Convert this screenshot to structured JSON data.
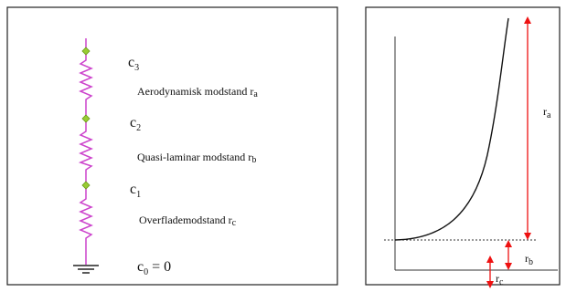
{
  "circuit": {
    "nodes": [
      {
        "letter": "c",
        "sub": "3"
      },
      {
        "letter": "c",
        "sub": "2"
      },
      {
        "letter": "c",
        "sub": "1"
      },
      {
        "letter": "c",
        "sub": "0",
        "suffix": " = 0"
      }
    ],
    "resistors": [
      {
        "label": "Aerodynamisk modstand r",
        "sub": "a"
      },
      {
        "label": "Quasi-laminar modstand r",
        "sub": "b"
      },
      {
        "label": "Overflademodstand r",
        "sub": "c"
      }
    ],
    "colors": {
      "wire": "#cc44cc",
      "node": "#99cc33",
      "frame": "#222222"
    }
  },
  "profile": {
    "arrows": [
      {
        "label": "r",
        "sub": "a"
      },
      {
        "label": "r",
        "sub": "b"
      },
      {
        "label": "r",
        "sub": "c"
      }
    ],
    "colors": {
      "arrow": "#ee1111",
      "curve": "#111111",
      "axis": "#333333"
    }
  }
}
